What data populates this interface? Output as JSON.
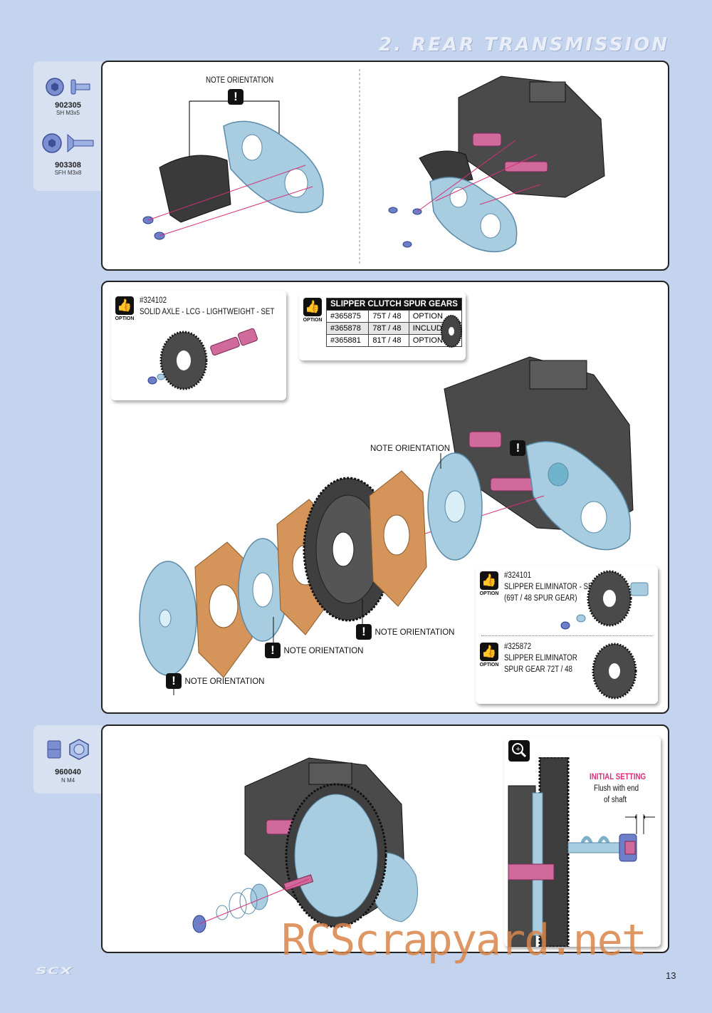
{
  "section_title": "2. REAR TRANSMISSION",
  "parts": {
    "step1": [
      {
        "num": "902305",
        "desc": "SH M3x5"
      },
      {
        "num": "903308",
        "desc": "SFH M3x8"
      }
    ],
    "step3": [
      {
        "num": "960040",
        "desc": "N M4"
      }
    ]
  },
  "step1": {
    "note_label": "NOTE ORIENTATION",
    "note_icon": "!"
  },
  "step2": {
    "option_label": "OPTION",
    "option1": {
      "part": "#324102",
      "desc": "SOLID AXLE - LCG - LIGHTWEIGHT - SET"
    },
    "spur_table": {
      "header": "SLIPPER CLUTCH SPUR GEARS",
      "rows": [
        {
          "part": "#365875",
          "teeth": "75T / 48",
          "status": "OPTION"
        },
        {
          "part": "#365878",
          "teeth": "78T / 48",
          "status": "INCLUDED"
        },
        {
          "part": "#365881",
          "teeth": "81T / 48",
          "status": "OPTION"
        }
      ]
    },
    "notes": [
      "NOTE ORIENTATION",
      "NOTE ORIENTATION",
      "NOTE ORIENTATION",
      "NOTE ORIENTATION"
    ],
    "option2": {
      "part": "#324101",
      "line1": "SLIPPER ELIMINATOR - SET",
      "line2": "(69T / 48 SPUR GEAR)"
    },
    "option3": {
      "part": "#325872",
      "line1": "SLIPPER ELIMINATOR",
      "line2": "SPUR GEAR 72T / 48"
    }
  },
  "step3": {
    "detail_label": "DETAIL",
    "initial_setting": "INITIAL SETTING",
    "flush_line1": "Flush with end",
    "flush_line2": "of shaft"
  },
  "watermark": "RCScrapyard.net",
  "page_number": "13",
  "brand": "SCX",
  "colors": {
    "background": "#c4d4ee",
    "accent_pink": "#d4307a",
    "part_blue": "#a9cde0",
    "clutch_orange": "#d4945a"
  }
}
